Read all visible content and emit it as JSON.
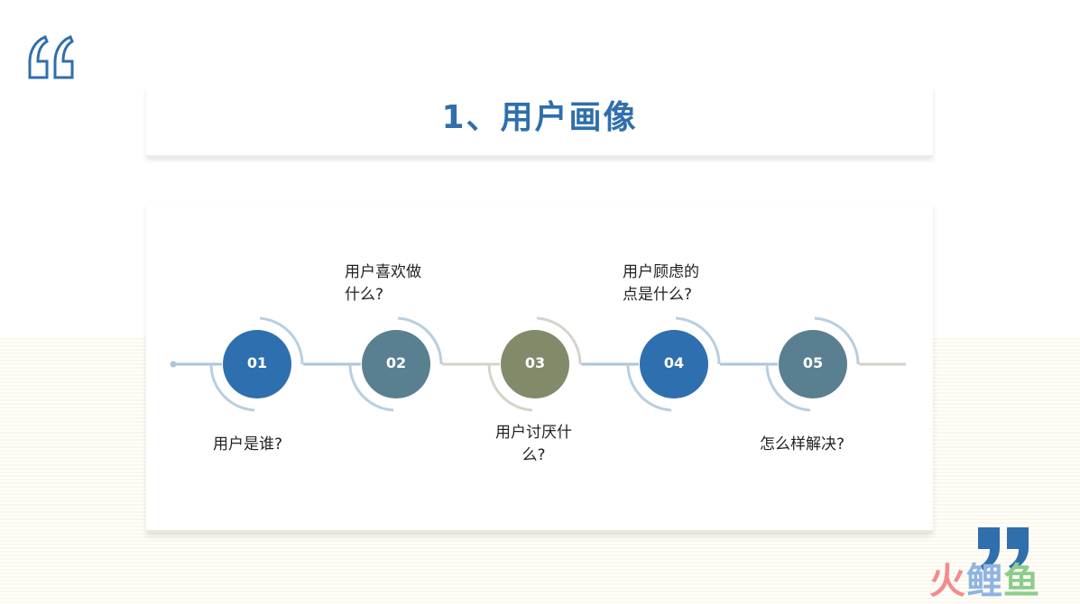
{
  "title": "1、用户画像",
  "steps": [
    {
      "num": "01",
      "label": "用户是谁?",
      "color": "#2e6fb0"
    },
    {
      "num": "02",
      "label": "用户喜欢做\n什么?",
      "color": "#5a7f90"
    },
    {
      "num": "03",
      "label": "用户讨厌什\n么?",
      "color": "#818b69"
    },
    {
      "num": "04",
      "label": "用户顾虑的\n点是什么?",
      "color": "#2e6fb0"
    },
    {
      "num": "05",
      "label": "怎么样解决?",
      "color": "#5a7f90"
    }
  ],
  "watermark": {
    "part1": "火",
    "part2": "鲤",
    "part3": "鱼"
  }
}
